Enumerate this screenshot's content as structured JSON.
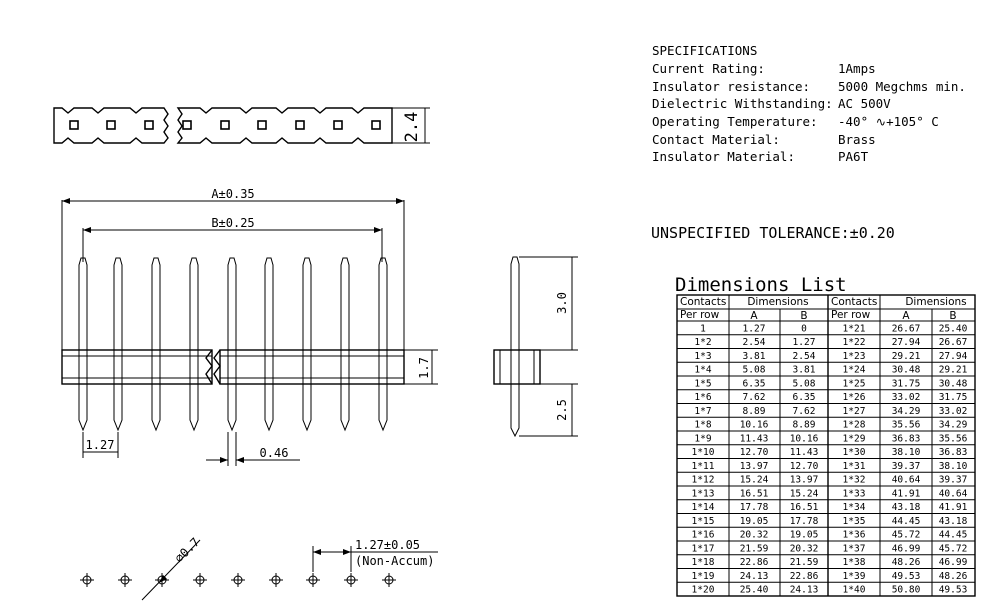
{
  "specifications": {
    "heading": "SPECIFICATIONS",
    "rows": [
      {
        "label": "Current Rating:",
        "value": "1Amps"
      },
      {
        "label": "Insulator resistance:",
        "value": "5000 Megchms min."
      },
      {
        "label": "Dielectric Withstanding:",
        "value": "AC 500V"
      },
      {
        "label": "Operating Temperature:",
        "value": "-40° ∿+105° C"
      },
      {
        "label": "Contact Material:",
        "value": "Brass"
      },
      {
        "label": "Insulator Material:",
        "value": "PA6T"
      }
    ]
  },
  "tolerance": "UNSPECIFIED TOLERANCE:±0.20",
  "drawing_labels": {
    "height_top": "2.4",
    "dim_a": "A±0.35",
    "dim_b": "B±0.25",
    "pitch": "1.27",
    "pin_width": "0.46",
    "side_top": "3.0",
    "side_mid": "1.7",
    "side_bottom": "2.5",
    "hole_dia": "⌀0.7",
    "hole_pitch": "1.27±0.05",
    "non_accum": "(Non-Accum)"
  },
  "dimensions_list": {
    "title": "Dimensions List",
    "header_contacts": "Contacts",
    "header_per_row": "Per row",
    "header_dimensions": "Dimensions",
    "col_a": "A",
    "col_b": "B",
    "left": [
      [
        "1",
        "1.27",
        "0"
      ],
      [
        "1*2",
        "2.54",
        "1.27"
      ],
      [
        "1*3",
        "3.81",
        "2.54"
      ],
      [
        "1*4",
        "5.08",
        "3.81"
      ],
      [
        "1*5",
        "6.35",
        "5.08"
      ],
      [
        "1*6",
        "7.62",
        "6.35"
      ],
      [
        "1*7",
        "8.89",
        "7.62"
      ],
      [
        "1*8",
        "10.16",
        "8.89"
      ],
      [
        "1*9",
        "11.43",
        "10.16"
      ],
      [
        "1*10",
        "12.70",
        "11.43"
      ],
      [
        "1*11",
        "13.97",
        "12.70"
      ],
      [
        "1*12",
        "15.24",
        "13.97"
      ],
      [
        "1*13",
        "16.51",
        "15.24"
      ],
      [
        "1*14",
        "17.78",
        "16.51"
      ],
      [
        "1*15",
        "19.05",
        "17.78"
      ],
      [
        "1*16",
        "20.32",
        "19.05"
      ],
      [
        "1*17",
        "21.59",
        "20.32"
      ],
      [
        "1*18",
        "22.86",
        "21.59"
      ],
      [
        "1*19",
        "24.13",
        "22.86"
      ],
      [
        "1*20",
        "25.40",
        "24.13"
      ]
    ],
    "right": [
      [
        "1*21",
        "26.67",
        "25.40"
      ],
      [
        "1*22",
        "27.94",
        "26.67"
      ],
      [
        "1*23",
        "29.21",
        "27.94"
      ],
      [
        "1*24",
        "30.48",
        "29.21"
      ],
      [
        "1*25",
        "31.75",
        "30.48"
      ],
      [
        "1*26",
        "33.02",
        "31.75"
      ],
      [
        "1*27",
        "34.29",
        "33.02"
      ],
      [
        "1*28",
        "35.56",
        "34.29"
      ],
      [
        "1*29",
        "36.83",
        "35.56"
      ],
      [
        "1*30",
        "38.10",
        "36.83"
      ],
      [
        "1*31",
        "39.37",
        "38.10"
      ],
      [
        "1*32",
        "40.64",
        "39.37"
      ],
      [
        "1*33",
        "41.91",
        "40.64"
      ],
      [
        "1*34",
        "43.18",
        "41.91"
      ],
      [
        "1*35",
        "44.45",
        "43.18"
      ],
      [
        "1*36",
        "45.72",
        "44.45"
      ],
      [
        "1*37",
        "46.99",
        "45.72"
      ],
      [
        "1*38",
        "48.26",
        "46.99"
      ],
      [
        "1*39",
        "49.53",
        "48.26"
      ],
      [
        "1*40",
        "50.80",
        "49.53"
      ]
    ]
  }
}
